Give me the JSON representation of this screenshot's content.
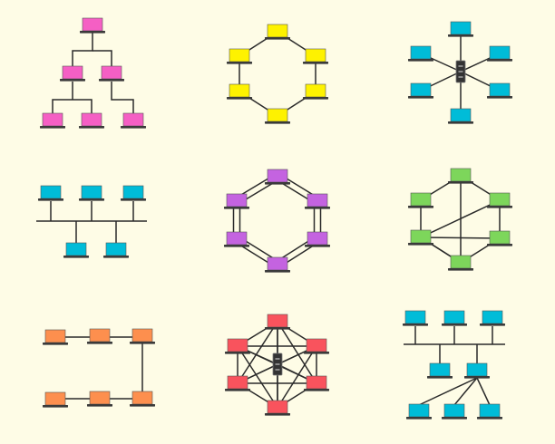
{
  "colors": {
    "background": "#fefce6",
    "pink": "#f55fc4",
    "yellow": "#fef200",
    "cyan": "#00bcd8",
    "purple": "#c463e0",
    "green": "#7dd65b",
    "orange": "#fd8f4e",
    "red": "#f9535d",
    "line": "#2a2a2a",
    "device_base": "#3a3a3a"
  },
  "diagrams": [
    {
      "name": "tree-topology",
      "node_color": "pink",
      "icon": "laptop-icon",
      "node_count": 6,
      "has_hub": false
    },
    {
      "name": "ring-topology",
      "node_color": "yellow",
      "icon": "laptop-icon",
      "node_count": 6,
      "has_hub": false
    },
    {
      "name": "star-topology",
      "node_color": "cyan",
      "icon": "laptop-icon",
      "node_count": 6,
      "has_hub": true
    },
    {
      "name": "bus-topology",
      "node_color": "cyan",
      "icon": "laptop-icon",
      "node_count": 5,
      "has_hub": false
    },
    {
      "name": "dual-ring-topology",
      "node_color": "purple",
      "icon": "laptop-icon",
      "node_count": 6,
      "has_hub": false
    },
    {
      "name": "hybrid-mesh-topology",
      "node_color": "green",
      "icon": "laptop-icon",
      "node_count": 6,
      "has_hub": false
    },
    {
      "name": "line-topology",
      "node_color": "orange",
      "icon": "laptop-icon",
      "node_count": 6,
      "has_hub": false
    },
    {
      "name": "full-mesh-topology",
      "node_color": "red",
      "icon": "laptop-icon",
      "node_count": 6,
      "has_hub": true
    },
    {
      "name": "tree-bus-topology",
      "node_color": "cyan",
      "icon": "laptop-icon",
      "node_count": 8,
      "has_hub": false
    }
  ]
}
